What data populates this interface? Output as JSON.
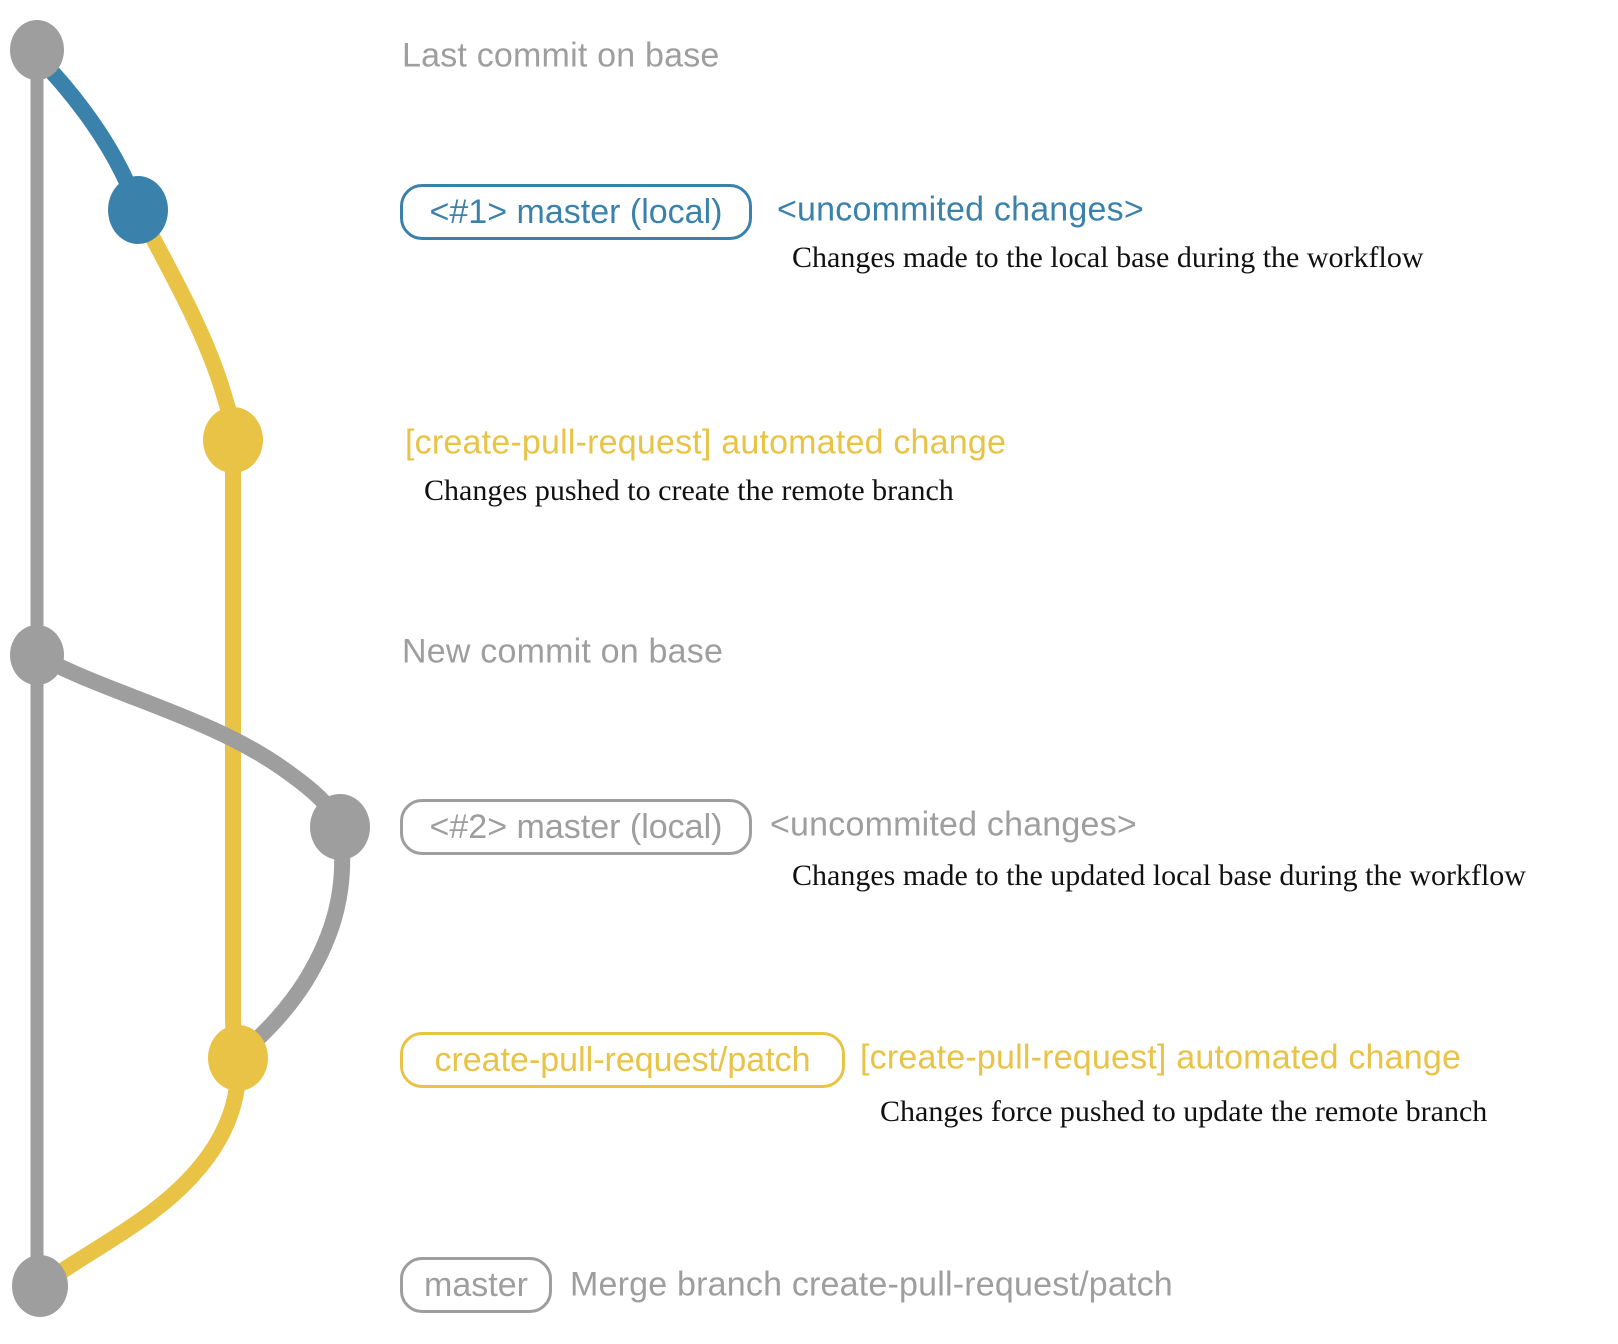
{
  "colors": {
    "gray": "#9e9e9e",
    "blue": "#3a82ac",
    "yellow": "#e9c345",
    "ink": "#111111",
    "bg": "#ffffff"
  },
  "graph": {
    "nodes": [
      {
        "name": "last-commit-on-base",
        "color": "gray"
      },
      {
        "name": "local-master-1-commit",
        "color": "blue"
      },
      {
        "name": "create-pull-request-push-commit",
        "color": "yellow"
      },
      {
        "name": "new-commit-on-base",
        "color": "gray"
      },
      {
        "name": "local-master-2-commit",
        "color": "gray"
      },
      {
        "name": "create-pull-request-force-push-commit",
        "color": "yellow"
      },
      {
        "name": "merge-commit",
        "color": "gray"
      }
    ]
  },
  "rows": {
    "last_commit": {
      "title": "Last commit on base"
    },
    "local1": {
      "badge": "<#1> master (local)",
      "note": "<uncommited changes>",
      "caption": "Changes made to the local base during the workflow"
    },
    "push1": {
      "note": "[create-pull-request] automated change",
      "caption": "Changes pushed to create the remote branch"
    },
    "new_commit": {
      "title": "New commit on base"
    },
    "local2": {
      "badge": "<#2> master (local)",
      "note": "<uncommited changes>",
      "caption": "Changes made to the updated local base during the workflow"
    },
    "push2": {
      "badge": "create-pull-request/patch",
      "note": "[create-pull-request] automated change",
      "caption": "Changes force pushed to update the remote branch"
    },
    "merge": {
      "badge": "master",
      "note": "Merge branch create-pull-request/patch"
    }
  }
}
